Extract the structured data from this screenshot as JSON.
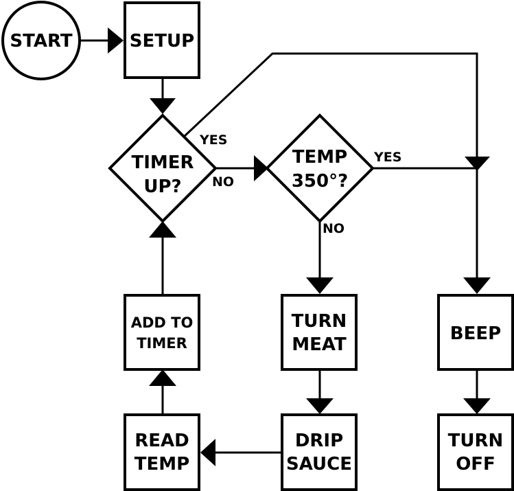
{
  "nodes": {
    "start": "START",
    "setup": "SETUP",
    "timer_up": [
      "TIMER",
      "UP?"
    ],
    "temp_check": [
      "TEMP",
      "350°?"
    ],
    "add_to_timer": [
      "ADD TO",
      "TIMER"
    ],
    "turn_meat": [
      "TURN",
      "MEAT"
    ],
    "beep": "BEEP",
    "read_temp": [
      "READ",
      "TEMP"
    ],
    "drip_sauce": [
      "DRIP",
      "SAUCE"
    ],
    "turn_off": [
      "TURN",
      "OFF"
    ]
  },
  "edge_labels": {
    "timer_yes": "YES",
    "timer_no": "NO",
    "temp_yes": "YES",
    "temp_no": "NO"
  }
}
